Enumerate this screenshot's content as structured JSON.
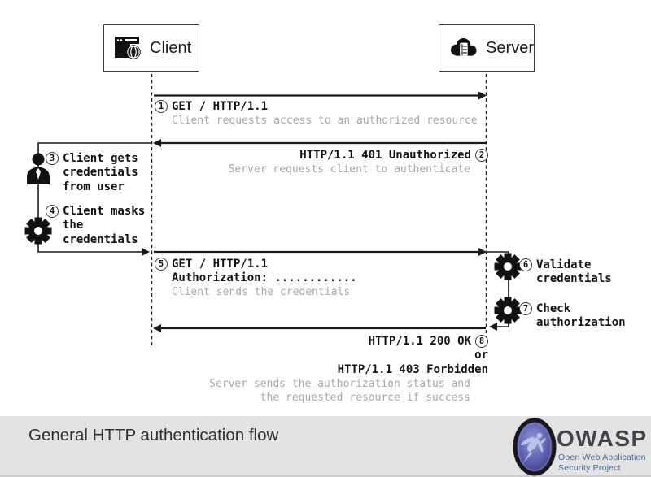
{
  "actors": {
    "client": "Client",
    "server": "Server"
  },
  "icons": {
    "client": "browser-globe-icon",
    "server": "cloud-server-icon",
    "step3": "user-icon",
    "step4": "gear-icon",
    "step6": "gear-icon",
    "step7": "gear-icon"
  },
  "messages": [
    {
      "num": "1",
      "title": "GET / HTTP/1.1",
      "desc": "Client requests access to an authorized resource",
      "direction": "client-to-server"
    },
    {
      "num": "2",
      "title": "HTTP/1.1 401 Unauthorized",
      "desc": "Server requests client to authenticate",
      "direction": "server-to-client"
    },
    {
      "num": "5",
      "title": "GET / HTTP/1.1",
      "subtitle": "Authorization: ............",
      "desc": "Client sends the credentials",
      "direction": "client-to-server"
    },
    {
      "num": "8",
      "title": "HTTP/1.1 200 OK",
      "alt_word": "or",
      "alt_title": "HTTP/1.1 403 Forbidden",
      "desc_line1": "Server sends the authorization status and",
      "desc_line2": "the requested resource if success",
      "direction": "server-to-client"
    }
  ],
  "steps": [
    {
      "num": "3",
      "icon": "user-icon",
      "lines": [
        "Client gets",
        "credentials",
        "from user"
      ]
    },
    {
      "num": "4",
      "icon": "gear-icon",
      "lines": [
        "Client masks",
        "the",
        "credentials"
      ]
    },
    {
      "num": "6",
      "icon": "gear-icon",
      "lines": [
        "Validate",
        "credentials"
      ]
    },
    {
      "num": "7",
      "icon": "gear-icon",
      "lines": [
        "Check",
        "authorization"
      ]
    }
  ],
  "footer": {
    "title": "General HTTP authentication flow",
    "logo_wordmark": "OWASP",
    "logo_subtitle_line1": "Open Web Application",
    "logo_subtitle_line2": "Security Project"
  },
  "colors": {
    "diagram_line": "#1a1a1a",
    "muted_text": "#a8a8a8",
    "footer_bg": "#e3e3e3",
    "footer_title": "#2f2f2f",
    "owasp_wordmark": "#43434b",
    "owasp_subtitle": "#4b6b9f",
    "gem_fill": "#4a4f97"
  }
}
